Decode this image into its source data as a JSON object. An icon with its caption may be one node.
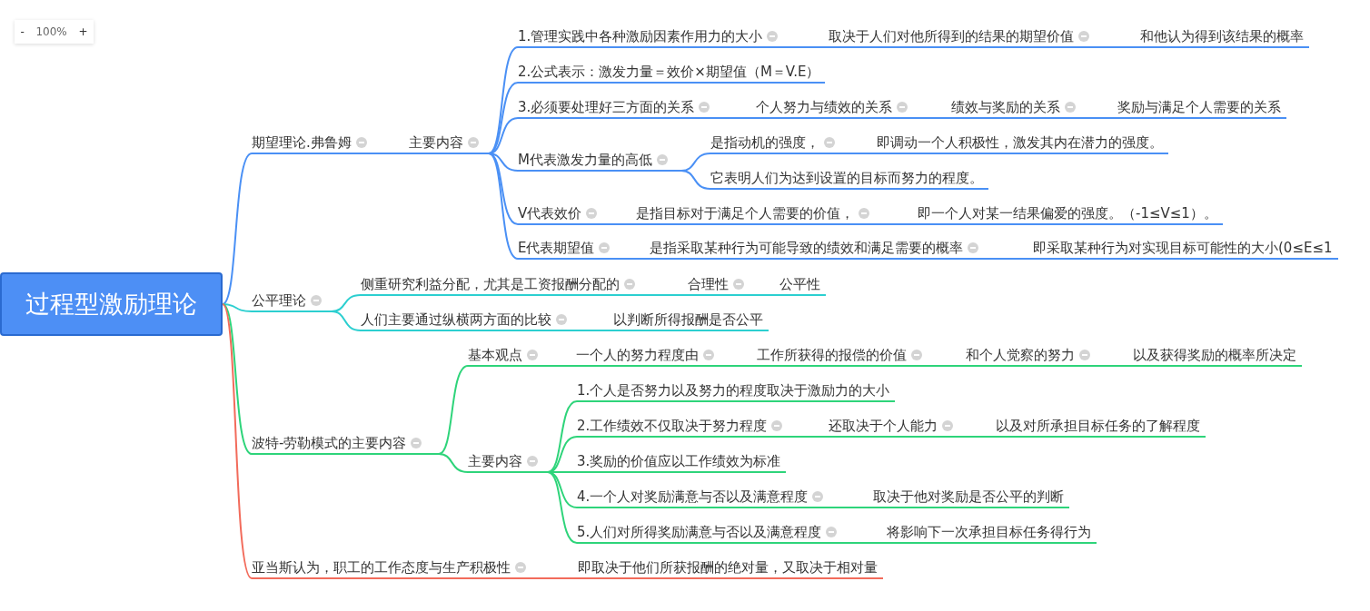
{
  "diagram": {
    "nodes": [
      {
        "text": [
          "过程型激励理论"
        ]
      },
      {
        "text": [
          "期望理论.弗鲁姆"
        ]
      },
      {
        "text": [
          "主要内容"
        ]
      },
      {
        "text": [
          "1.管理实践中各种激励因素作用力的大小"
        ]
      },
      {
        "text": [
          "取决于人们对他所得到的结果的期望价值"
        ]
      },
      {
        "text": [
          "和他认为得到该结果的概率"
        ]
      },
      {
        "text": [
          "2.公式表示：激发力量＝效价×期望值（M＝V.E）"
        ]
      },
      {
        "text": [
          "3.必须要处理好三方面的关系"
        ]
      },
      {
        "text": [
          "个人努力与绩效的关系"
        ]
      },
      {
        "text": [
          "绩效与奖励的关系"
        ]
      },
      {
        "text": [
          "奖励与满足个人需要的关系"
        ]
      },
      {
        "text": [
          "M代表激发力量的高低"
        ]
      },
      {
        "text": [
          "是指动机的强度，"
        ]
      },
      {
        "text": [
          "即调动一个人积极性，激发其内在潜力的强度。"
        ]
      },
      {
        "text": [
          "它表明人们为达到设置的目标而努力的程度。"
        ]
      },
      {
        "text": [
          "V代表效价"
        ]
      },
      {
        "text": [
          "是指目标对于满足个人需要的价值，"
        ]
      },
      {
        "text": [
          "即一个人对某一结果偏爱的强度。（-1≤V≤1）。"
        ]
      },
      {
        "text": [
          "E代表期望值"
        ]
      },
      {
        "text": [
          "是指采取某种行为可能导致的绩效和满足需要的概率"
        ]
      },
      {
        "text": [
          "即采取某种行为对实现目标可能性的大小(0≤E≤1"
        ]
      },
      {
        "text": [
          "公平理论"
        ]
      },
      {
        "text": [
          "侧重研究利益分配，尤其是工资报酬分配的"
        ]
      },
      {
        "text": [
          "合理性"
        ]
      },
      {
        "text": [
          "公平性"
        ]
      },
      {
        "text": [
          "人们主要通过纵横两方面的比较"
        ]
      },
      {
        "text": [
          "以判断所得报酬是否公平"
        ]
      },
      {
        "text": [
          "波特-劳勒模式的主要内容"
        ]
      },
      {
        "text": [
          "基本观点"
        ]
      },
      {
        "text": [
          "一个人的努力程度由"
        ]
      },
      {
        "text": [
          "工作所获得的报偿的价值"
        ]
      },
      {
        "text": [
          "和个人觉察的努力"
        ]
      },
      {
        "text": [
          "以及获得奖励的概率所决定"
        ]
      },
      {
        "text": [
          "主要内容"
        ]
      },
      {
        "text": [
          "1.个人是否努力以及努力的程度取决于激励力的大小"
        ]
      },
      {
        "text": [
          "2.工作绩效不仅取决于努力程度"
        ]
      },
      {
        "text": [
          "还取决于个人能力"
        ]
      },
      {
        "text": [
          "以及对所承担目标任务的了解程度"
        ]
      },
      {
        "text": [
          "3.奖励的价值应以工作绩效为标准"
        ]
      },
      {
        "text": [
          "4.一个人对奖励满意与否以及满意程度"
        ]
      },
      {
        "text": [
          "取决于他对奖励是否公平的判断"
        ]
      },
      {
        "text": [
          "5.人们对所得奖励满意与否以及满意程度"
        ]
      },
      {
        "text": [
          "将影响下一次承担目标任务得行为"
        ]
      },
      {
        "text": [
          "亚当斯认为，职工的工作态度与生产积极性"
        ]
      },
      {
        "text": [
          "即取决于他们所获报酬的绝对量，又取决于相对量"
        ]
      }
    ],
    "edges": [
      {
        "from": 0,
        "to": 1,
        "arrow": "none"
      },
      {
        "from": 1,
        "to": 2,
        "arrow": "none"
      },
      {
        "from": 2,
        "to": 3,
        "arrow": "none"
      },
      {
        "from": 3,
        "to": 4,
        "arrow": "none"
      },
      {
        "from": 4,
        "to": 5,
        "arrow": "none"
      },
      {
        "from": 2,
        "to": 6,
        "arrow": "none"
      },
      {
        "from": 2,
        "to": 7,
        "arrow": "none"
      },
      {
        "from": 7,
        "to": 8,
        "arrow": "none"
      },
      {
        "from": 8,
        "to": 9,
        "arrow": "none"
      },
      {
        "from": 9,
        "to": 10,
        "arrow": "none"
      },
      {
        "from": 2,
        "to": 11,
        "arrow": "none"
      },
      {
        "from": 11,
        "to": 12,
        "arrow": "none"
      },
      {
        "from": 12,
        "to": 13,
        "arrow": "none"
      },
      {
        "from": 11,
        "to": 14,
        "arrow": "none"
      },
      {
        "from": 2,
        "to": 15,
        "arrow": "none"
      },
      {
        "from": 15,
        "to": 16,
        "arrow": "none"
      },
      {
        "from": 16,
        "to": 17,
        "arrow": "none"
      },
      {
        "from": 2,
        "to": 18,
        "arrow": "none"
      },
      {
        "from": 18,
        "to": 19,
        "arrow": "none"
      },
      {
        "from": 19,
        "to": 20,
        "arrow": "none"
      },
      {
        "from": 0,
        "to": 21,
        "arrow": "none",
        "color": "#2ccfd0"
      },
      {
        "from": 21,
        "to": 22,
        "arrow": "none",
        "color": "#2ccfd0"
      },
      {
        "from": 22,
        "to": 23,
        "arrow": "none",
        "color": "#2ccfd0"
      },
      {
        "from": 23,
        "to": 24,
        "arrow": "none",
        "color": "#2ccfd0"
      },
      {
        "from": 21,
        "to": 25,
        "arrow": "none",
        "color": "#2ccfd0"
      },
      {
        "from": 25,
        "to": 26,
        "arrow": "none",
        "color": "#2ccfd0"
      },
      {
        "from": 0,
        "to": 27,
        "arrow": "none",
        "color": "#2ed47a"
      },
      {
        "from": 27,
        "to": 28,
        "arrow": "none",
        "color": "#2ed47a"
      },
      {
        "from": 28,
        "to": 29,
        "arrow": "none",
        "color": "#2ed47a"
      },
      {
        "from": 29,
        "to": 30,
        "arrow": "none",
        "color": "#2ed47a"
      },
      {
        "from": 30,
        "to": 31,
        "arrow": "none",
        "color": "#2ed47a"
      },
      {
        "from": 31,
        "to": 32,
        "arrow": "none",
        "color": "#2ed47a"
      },
      {
        "from": 27,
        "to": 33,
        "arrow": "none",
        "color": "#2ed47a"
      },
      {
        "from": 33,
        "to": 34,
        "arrow": "none",
        "color": "#2ed47a"
      },
      {
        "from": 33,
        "to": 35,
        "arrow": "none",
        "color": "#2ed47a"
      },
      {
        "from": 35,
        "to": 36,
        "arrow": "none",
        "color": "#2ed47a"
      },
      {
        "from": 36,
        "to": 37,
        "arrow": "none",
        "color": "#2ed47a"
      },
      {
        "from": 33,
        "to": 38,
        "arrow": "none",
        "color": "#2ed47a"
      },
      {
        "from": 33,
        "to": 39,
        "arrow": "none",
        "color": "#2ed47a"
      },
      {
        "from": 39,
        "to": 40,
        "arrow": "none",
        "color": "#2ed47a"
      },
      {
        "from": 33,
        "to": 41,
        "arrow": "none",
        "color": "#2ed47a"
      },
      {
        "from": 41,
        "to": 42,
        "arrow": "none",
        "color": "#2ed47a"
      },
      {
        "from": 0,
        "to": 43,
        "arrow": "none",
        "color": "#f26b5b"
      },
      {
        "from": 43,
        "to": 44,
        "arrow": "none",
        "color": "#f26b5b"
      }
    ],
    "labels": [
      "-",
      "100%",
      "+"
    ]
  }
}
